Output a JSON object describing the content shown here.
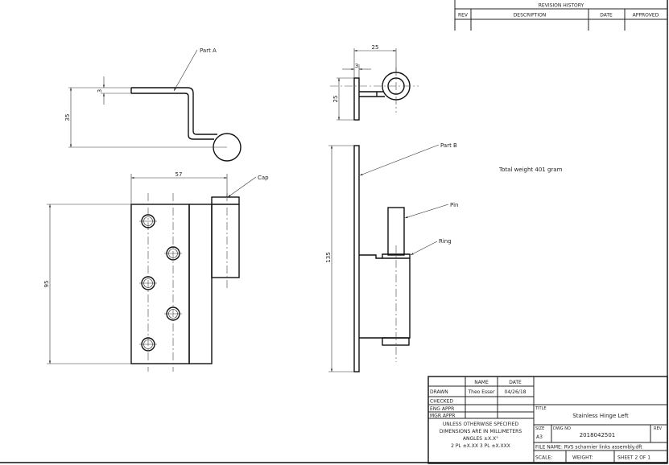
{
  "revision_history": {
    "title": "REVISION HISTORY",
    "columns": [
      "REV",
      "DESCRIPTION",
      "DATE",
      "APPROVED"
    ]
  },
  "labels": {
    "part_a": "Part A",
    "part_b": "Part B",
    "cap": "Cap",
    "pin": "Pin",
    "ring": "Ring",
    "total_weight": "Total weight 401 gram"
  },
  "dimensions": {
    "top_left_thickness": "3",
    "top_left_height": "35",
    "top_right_width": "25",
    "top_right_thickness": "3",
    "top_right_height": "25",
    "front_width": "57",
    "front_height": "95",
    "side_height": "135"
  },
  "title_block": {
    "headers": {
      "name": "NAME",
      "date": "DATE"
    },
    "rows": [
      {
        "role": "DRAWN",
        "name": "Theo Esser",
        "date": "04/26/18"
      },
      {
        "role": "CHECKED",
        "name": "",
        "date": ""
      },
      {
        "role": "ENG APPR",
        "name": "",
        "date": ""
      },
      {
        "role": "MGR APPR",
        "name": "",
        "date": ""
      }
    ],
    "tolerance_note": [
      "UNLESS OTHERWISE SPECIFIED",
      "DIMENSIONS ARE IN MILLIMETERS",
      "ANGLES ±X.X°",
      "2 PL ±X.XX 3 PL ±X.XXX"
    ],
    "title_label": "TITLE",
    "title": "Stainless Hinge Left",
    "size_label": "SIZE",
    "size": "A3",
    "dwg_no_label": "DWG NO",
    "dwg_no": "2018042501",
    "rev_label": "REV",
    "file_name": "FILE NAME: RVS scharnier links assembly.dft",
    "scale": "SCALE:",
    "weight": "WEIGHT:",
    "sheet": "SHEET 2 OF 1"
  }
}
